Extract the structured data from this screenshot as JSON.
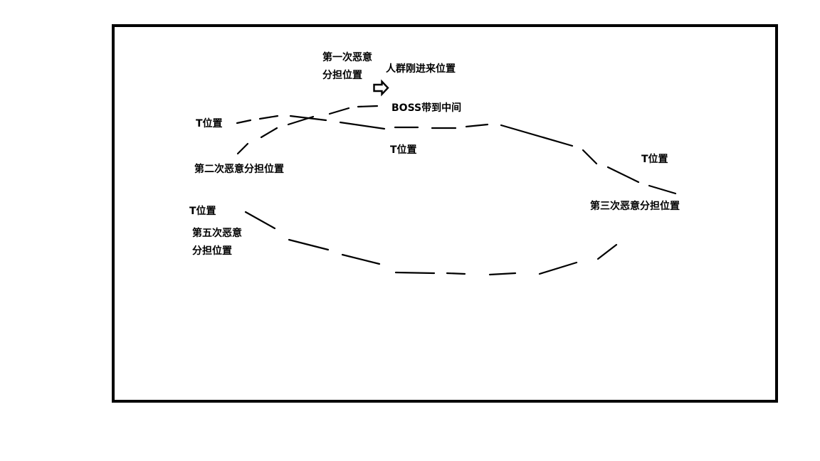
{
  "labels": {
    "first_share_line1": "第一次恶意",
    "first_share_line2": "分担位置",
    "crowd_entry": "人群刚进来位置",
    "boss_center": "BOSS带到中间",
    "t_left": "T位置",
    "t_center": "T位置",
    "t_right": "T位置",
    "t_lower_left": "T位置",
    "second_share": "第二次恶意分担位置",
    "third_share": "第三次恶意分担位置",
    "fifth_share_line1": "第五次恶意",
    "fifth_share_line2": "分担位置"
  },
  "icons": {
    "arrow": "right-arrow-outline-icon"
  },
  "colors": {
    "ink": "#000000",
    "paper": "#ffffff"
  }
}
